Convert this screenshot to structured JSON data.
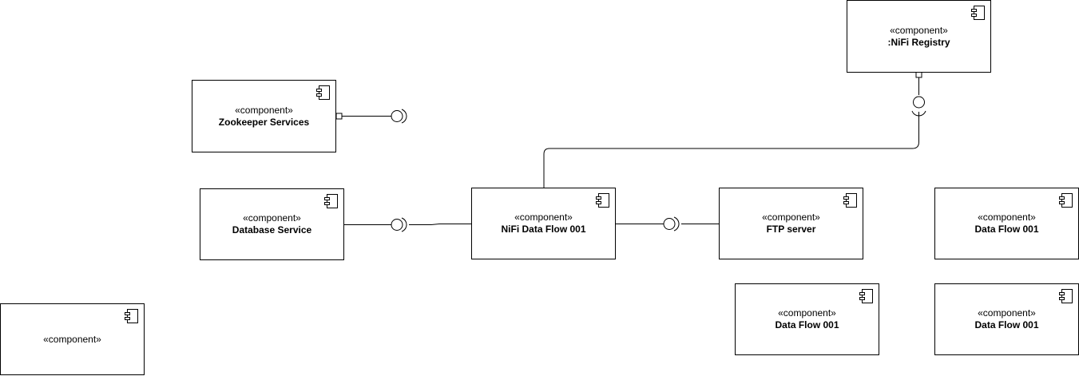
{
  "diagram": {
    "components": [
      {
        "id": "nifi-registry",
        "stereotype": "«component»",
        "name": ":NiFi Registry"
      },
      {
        "id": "zookeeper",
        "stereotype": "«component»",
        "name": "Zookeeper Services"
      },
      {
        "id": "database",
        "stereotype": "«component»",
        "name": "Database Service"
      },
      {
        "id": "nifi-flow",
        "stereotype": "«component»",
        "name": "NiFi Data Flow 001"
      },
      {
        "id": "ftp",
        "stereotype": "«component»",
        "name": "FTP server"
      },
      {
        "id": "flow-right-top",
        "stereotype": "«component»",
        "name": "Data Flow 001"
      },
      {
        "id": "flow-mid-bottom",
        "stereotype": "«component»",
        "name": "Data Flow 001"
      },
      {
        "id": "flow-right-bottom",
        "stereotype": "«component»",
        "name": "Data Flow 001"
      },
      {
        "id": "unnamed",
        "stereotype": "«component»",
        "name": ""
      }
    ],
    "colors": {
      "stroke": "#000000",
      "background": "#ffffff"
    }
  }
}
